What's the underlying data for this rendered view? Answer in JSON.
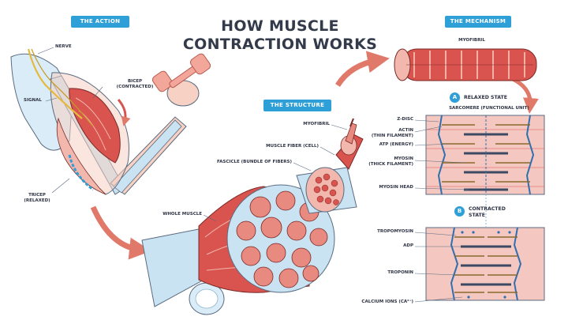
{
  "title": {
    "line1": "HOW MUSCLE",
    "line2": "CONTRACTION WORKS"
  },
  "sections": {
    "action": "THE ACTION",
    "structure": "THE STRUCTURE",
    "mechanism": "THE MECHANISM"
  },
  "action_labels": {
    "nerve": "NERVE",
    "signal": "SIGNAL",
    "bicep": "BICEP",
    "bicep_state": "(CONTRACTED)",
    "tricep": "TRICEP",
    "tricep_state": "(RELAXED)"
  },
  "structure_labels": {
    "myofibril": "MYOFIBRIL",
    "fiber": "MUSCLE FIBER (CELL)",
    "fascicle": "FASCICLE (BUNDLE OF FIBERS)",
    "whole": "WHOLE MUSCLE"
  },
  "mechanism_labels": {
    "myofibril": "MYOFIBRIL",
    "relaxed_marker": "A",
    "relaxed": "RELAXED STATE",
    "sarcomere": "SARCOMERE (FUNCTIONAL UNIT)",
    "zdisc": "Z-DISC",
    "actin": "ACTIN",
    "actin_sub": "(THIN FILAMENT)",
    "atp": "ATP (ENERGY)",
    "myosin": "MYOSIN",
    "myosin_sub": "(THICK FILAMENT)",
    "myosin_head": "MYOSIN HEAD",
    "contracted_marker": "B",
    "contracted": "CONTRACTED",
    "contracted_2": "STATE",
    "tropomyosin": "TROPOMYOSIN",
    "adp": "ADP",
    "troponin": "TROPONIN",
    "calcium": "CALCIUM IONS (CA²⁺)"
  },
  "colors": {
    "badge": "#2f9fd8",
    "arrow": "#e0796a",
    "muscle": "#d9534f",
    "muscle_light": "#f2b8ae",
    "bone": "#c9e3f2",
    "panel": "#f4c7c0"
  }
}
